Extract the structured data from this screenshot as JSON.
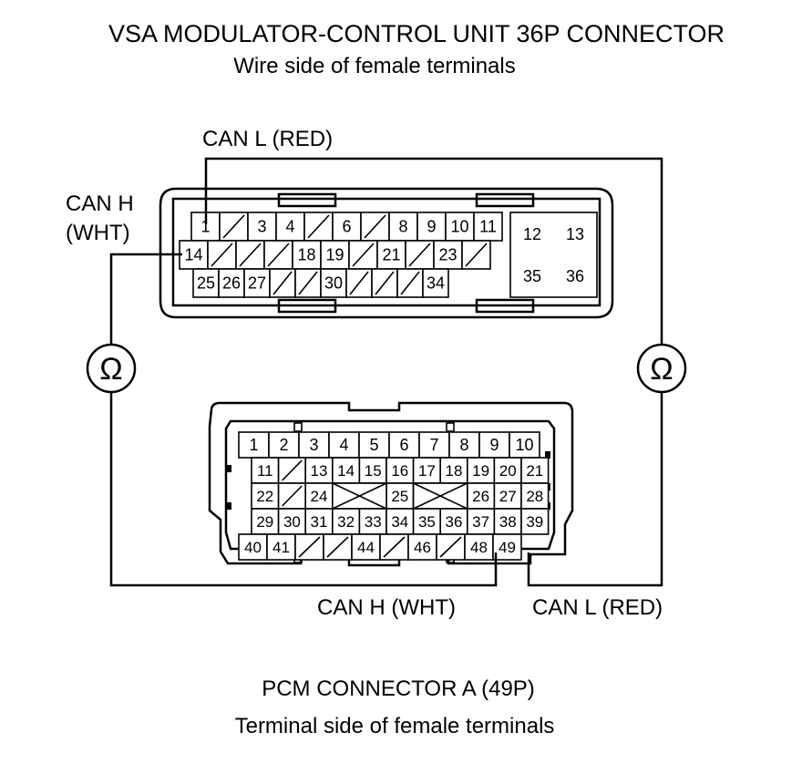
{
  "vsa": {
    "title": "VSA MODULATOR-CONTROL UNIT 36P CONNECTOR",
    "subtitle": "Wire side of female terminals",
    "rows": [
      [
        "1",
        "/",
        "3",
        "4",
        "/",
        "6",
        "/",
        "8",
        "9",
        "10",
        "11"
      ],
      [
        "14",
        "/",
        "/",
        "/",
        "18",
        "19",
        "/",
        "21",
        "/",
        "23",
        "/"
      ],
      [
        "25",
        "26",
        "27",
        "/",
        "/",
        "30",
        "/",
        "/",
        "/",
        "34"
      ]
    ],
    "block": [
      [
        "12",
        "13"
      ],
      [
        "35",
        "36"
      ]
    ]
  },
  "labels": {
    "vsa_can_l": "CAN L (RED)",
    "vsa_can_h_line1": "CAN H",
    "vsa_can_h_line2": "(WHT)",
    "pcm_can_h": "CAN H (WHT)",
    "pcm_can_l": "CAN L (RED)",
    "ohm": "Ω"
  },
  "pcm": {
    "title": "PCM CONNECTOR A (49P)",
    "subtitle": "Terminal side of female terminals",
    "rows": [
      [
        "1",
        "2",
        "3",
        "4",
        "5",
        "6",
        "7",
        "8",
        "9",
        "10"
      ],
      [
        "11",
        "/",
        "13",
        "14",
        "15",
        "16",
        "17",
        "18",
        "19",
        "20",
        "21"
      ],
      [
        "22",
        "/",
        "24",
        "X",
        "X",
        "25",
        "X",
        "X",
        "26",
        "27",
        "28"
      ],
      [
        "29",
        "30",
        "31",
        "32",
        "33",
        "34",
        "35",
        "36",
        "37",
        "38",
        "39"
      ],
      [
        "40",
        "41",
        "/",
        "/",
        "44",
        "/",
        "46",
        "/",
        "48",
        "49"
      ]
    ]
  },
  "colors": {
    "line": "#000000",
    "background": "#ffffff"
  }
}
